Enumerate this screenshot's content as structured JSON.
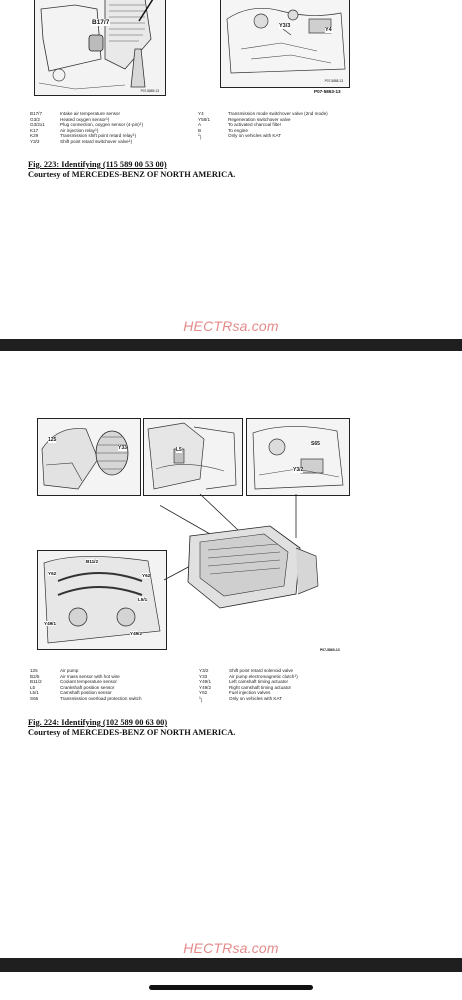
{
  "page1": {
    "diagram_left": {
      "label": "B17/7",
      "code": "P07-5869-13"
    },
    "diagram_right": {
      "labels": [
        "Y3/3",
        "Y4"
      ],
      "code": "P07-5868-13",
      "fig_code": "P07-5863-13"
    },
    "legend_left": [
      {
        "code": "B17/7",
        "text": "Intake air temperature sensor"
      },
      {
        "code": "G3/2",
        "text": "Heated oxygen sensor",
        "sup": "1"
      },
      {
        "code": "G3/2x1",
        "text": "Plug connection, oxygen sensor (4-pin)",
        "sup": "1"
      },
      {
        "code": "K17",
        "text": "Air injection relay",
        "sup": "1"
      },
      {
        "code": "K29",
        "text": "Transmission shift point retard relay",
        "sup": "1"
      },
      {
        "code": "Y3/3",
        "text": "Shift point retard switchover valve",
        "sup": "1"
      }
    ],
    "legend_right": [
      {
        "code": "Y4",
        "text": "Transmission mode switchover valve (2nd mode)"
      },
      {
        "code": "Y58/1",
        "text": "Regeneration switchover valve"
      },
      {
        "code": "A",
        "text": "To activated charcoal filter"
      },
      {
        "code": "B",
        "text": "To engine"
      },
      {
        "code": "1",
        "text": "Only on vehicles with KAT",
        "is_note": true
      }
    ],
    "figure_caption": "Fig. 223: Identifying (115 589 00 53 00)",
    "courtesy": "Courtesy of MERCEDES-BENZ OF NORTH AMERICA.",
    "watermark": "HECTRsa.com"
  },
  "page2": {
    "diagram_a": {
      "labels": [
        "125",
        "Y33"
      ]
    },
    "diagram_b": {
      "labels": [
        "L5"
      ]
    },
    "diagram_c": {
      "labels": [
        "S65",
        "Y3/2"
      ]
    },
    "diagram_d": {
      "labels": [
        "Y62",
        "B11/2",
        "Y49/1",
        "Y49/2",
        "L5/1",
        "Y62"
      ]
    },
    "fig_code": "P07-5860-13",
    "legend_left": [
      {
        "code": "125",
        "text": "Air pump"
      },
      {
        "code": "B2/5",
        "text": "Air mass sensor with hot wire"
      },
      {
        "code": "B11/2",
        "text": "Coolant temperature sensor"
      },
      {
        "code": "L5",
        "text": "Crankshaft position sensor"
      },
      {
        "code": "L5/1",
        "text": "Camshaft position sensor"
      },
      {
        "code": "S65",
        "text": "Transmission overload protection switch"
      }
    ],
    "legend_right": [
      {
        "code": "Y3/2",
        "text": "Shift point retard solenoid valve"
      },
      {
        "code": "Y33",
        "text": "Air pump electromagnetic clutch",
        "sup": "1"
      },
      {
        "code": "Y49/1",
        "text": "Left camshaft timing actuator"
      },
      {
        "code": "Y49/2",
        "text": "Right camshaft timing actuator"
      },
      {
        "code": "Y62",
        "text": "Fuel injection valves"
      },
      {
        "code": "1",
        "text": "Only on vehicles with KAT",
        "is_note": true
      }
    ],
    "figure_caption": "Fig. 224: Identifying (102 589 00 63 00)",
    "courtesy": "Courtesy of MERCEDES-BENZ OF NORTH AMERICA.",
    "watermark": "HECTRsa.com"
  }
}
